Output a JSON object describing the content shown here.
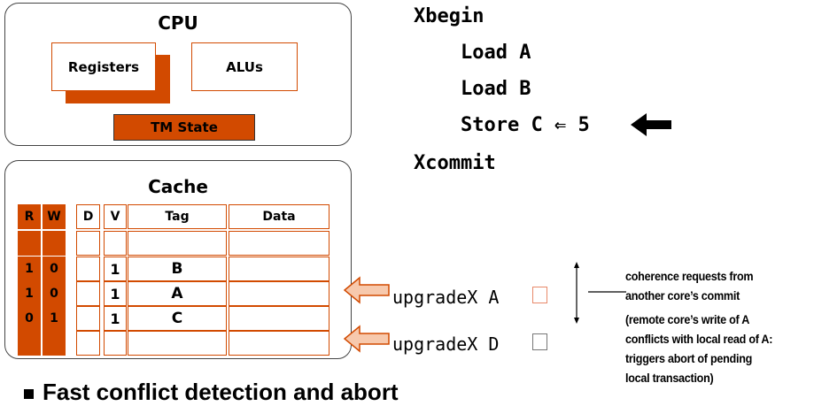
{
  "cpu": {
    "title": "CPU",
    "registers_label": "Registers",
    "alus_label": "ALUs",
    "tm_state_label": "TM State"
  },
  "cache": {
    "title": "Cache",
    "headers": {
      "r": "R",
      "w": "W",
      "d": "D",
      "v": "V",
      "tag": "Tag",
      "data": "Data"
    },
    "rows": [
      {
        "r": "",
        "w": "",
        "d": "",
        "v": "",
        "tag": "",
        "data": ""
      },
      {
        "r": "1",
        "w": "0",
        "d": "",
        "v": "1",
        "tag": "B",
        "data": ""
      },
      {
        "r": "1",
        "w": "0",
        "d": "",
        "v": "1",
        "tag": "A",
        "data": ""
      },
      {
        "r": "0",
        "w": "1",
        "d": "",
        "v": "1",
        "tag": "C",
        "data": ""
      },
      {
        "r": "",
        "w": "",
        "d": "",
        "v": "",
        "tag": "",
        "data": ""
      }
    ]
  },
  "code": {
    "begin": "Xbegin",
    "load_a": "Load A",
    "load_b": "Load B",
    "store_c": "Store C ⇐ 5",
    "commit": "Xcommit"
  },
  "requests": {
    "first": "upgradeX A",
    "second": "upgradeX D"
  },
  "notes": {
    "line1": "coherence requests from",
    "line2": "another core’s commit",
    "paren1": "(remote core’s write of A",
    "paren2": "conflicts with local read of A:",
    "paren3": "triggers abort of pending",
    "paren4": "local transaction)"
  },
  "bullet": {
    "marker": "■",
    "text": "Fast conflict detection and abort"
  },
  "colors": {
    "accent": "#d24a00",
    "arrow_fill": "#f7c9ad"
  }
}
